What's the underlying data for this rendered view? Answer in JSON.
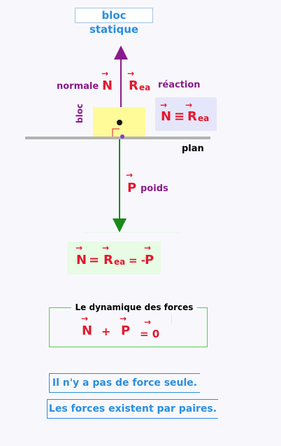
{
  "title": "bloc statique",
  "labels": {
    "normale": "normale",
    "reaction": "réaction",
    "bloc": "bloc",
    "plan": "plan",
    "poids": "poids"
  },
  "vectors": {
    "arrow": "→",
    "N": "N",
    "R": "R",
    "ea": "ea",
    "P": "P"
  },
  "equation1": {
    "N": "N",
    "op": "≡",
    "R": "R",
    "sub": "ea"
  },
  "equation2": {
    "N": "N",
    "eq1": "=",
    "R": "R",
    "sub": "ea",
    "eq2": "= -",
    "P": "P"
  },
  "dynamique": {
    "title": "Le dynamique des forces",
    "N": "N",
    "plus": "+",
    "P": "P",
    "eq": "= 0"
  },
  "messages": {
    "line1": "Il n'y a pas de force seule.",
    "line2": "Les forces existent par paires."
  },
  "colors": {
    "purple": "#8b1a8b",
    "red": "#e3182d",
    "green": "#1a8a1a",
    "blue": "#2a8ee0"
  }
}
